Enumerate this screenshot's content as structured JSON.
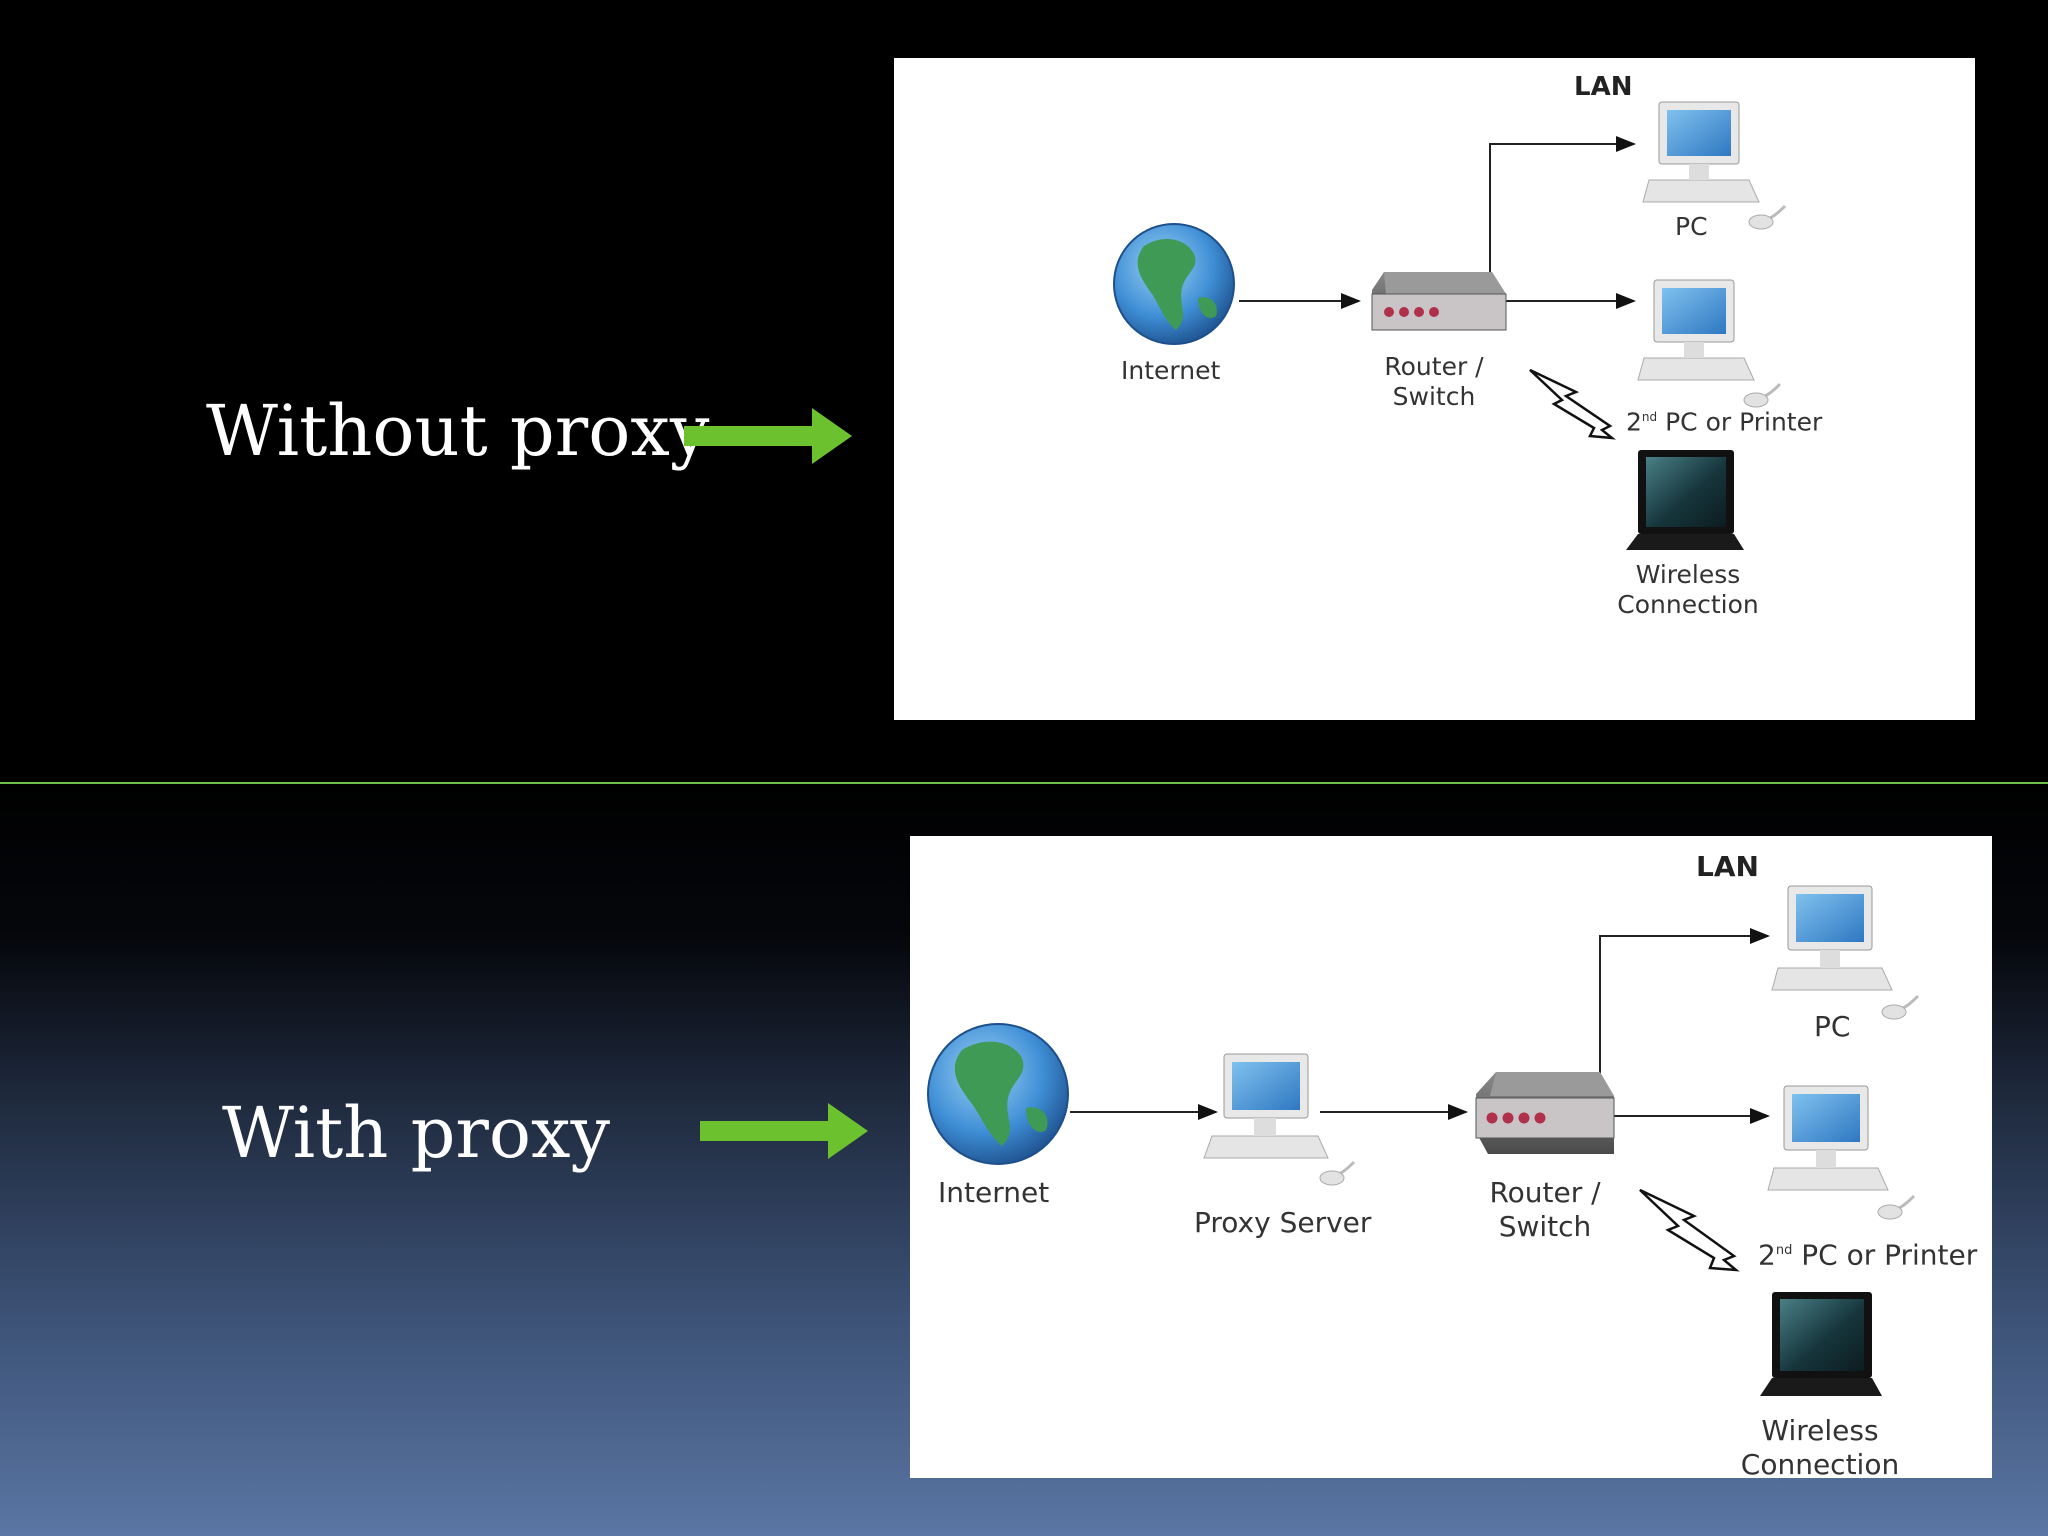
{
  "top": {
    "caption": "Without proxy",
    "diagram": {
      "lan": "LAN",
      "internet": "Internet",
      "router_1": "Router /",
      "router_2": "Switch",
      "pc": "PC",
      "pc2_prefix": "2",
      "pc2_sup": "nd",
      "pc2_rest": " PC or Printer",
      "wireless_1": "Wireless",
      "wireless_2": "Connection"
    }
  },
  "bottom": {
    "caption": "With proxy",
    "diagram": {
      "lan": "LAN",
      "internet": "Internet",
      "proxy": "Proxy Server",
      "router_1": "Router /",
      "router_2": "Switch",
      "pc": "PC",
      "pc2_prefix": "2",
      "pc2_sup": "nd",
      "pc2_rest": " PC or Printer",
      "wireless_1": "Wireless",
      "wireless_2": "Connection"
    }
  },
  "colors": {
    "arrow": "#6cc22e",
    "divider": "#6fbf4a",
    "globe_ocean": "#3f8fd6",
    "globe_land": "#3e9a55",
    "router_lights": "#b0304a"
  }
}
